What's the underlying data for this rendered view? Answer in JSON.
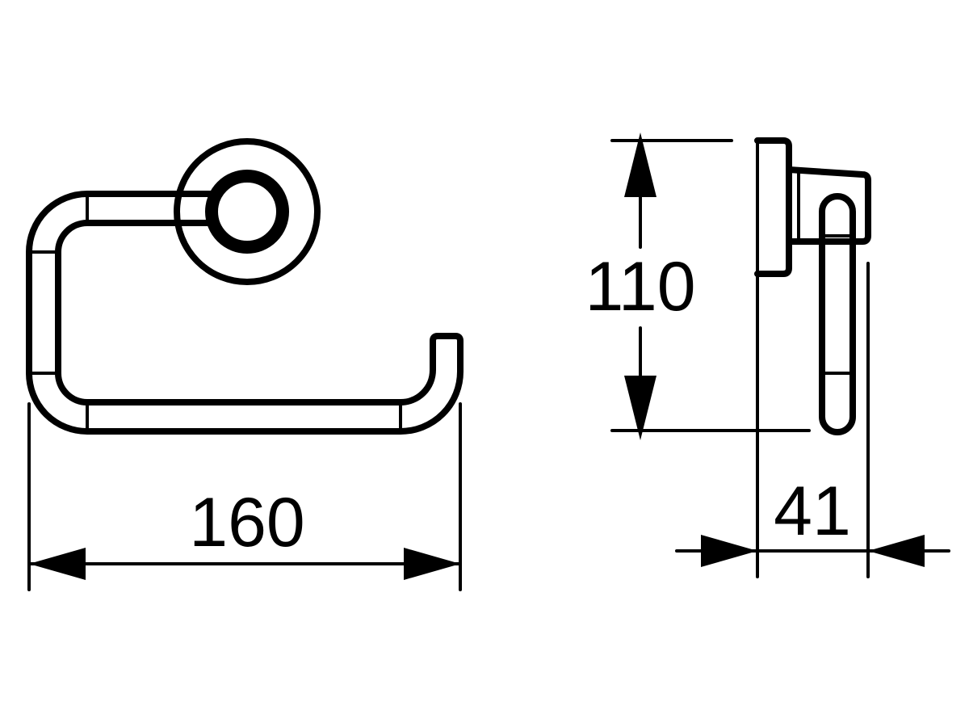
{
  "drawing": {
    "product": "toilet-paper-holder",
    "front_view": {
      "width_dimension": "160"
    },
    "side_view": {
      "height_dimension": "110",
      "depth_dimension": "41"
    }
  }
}
